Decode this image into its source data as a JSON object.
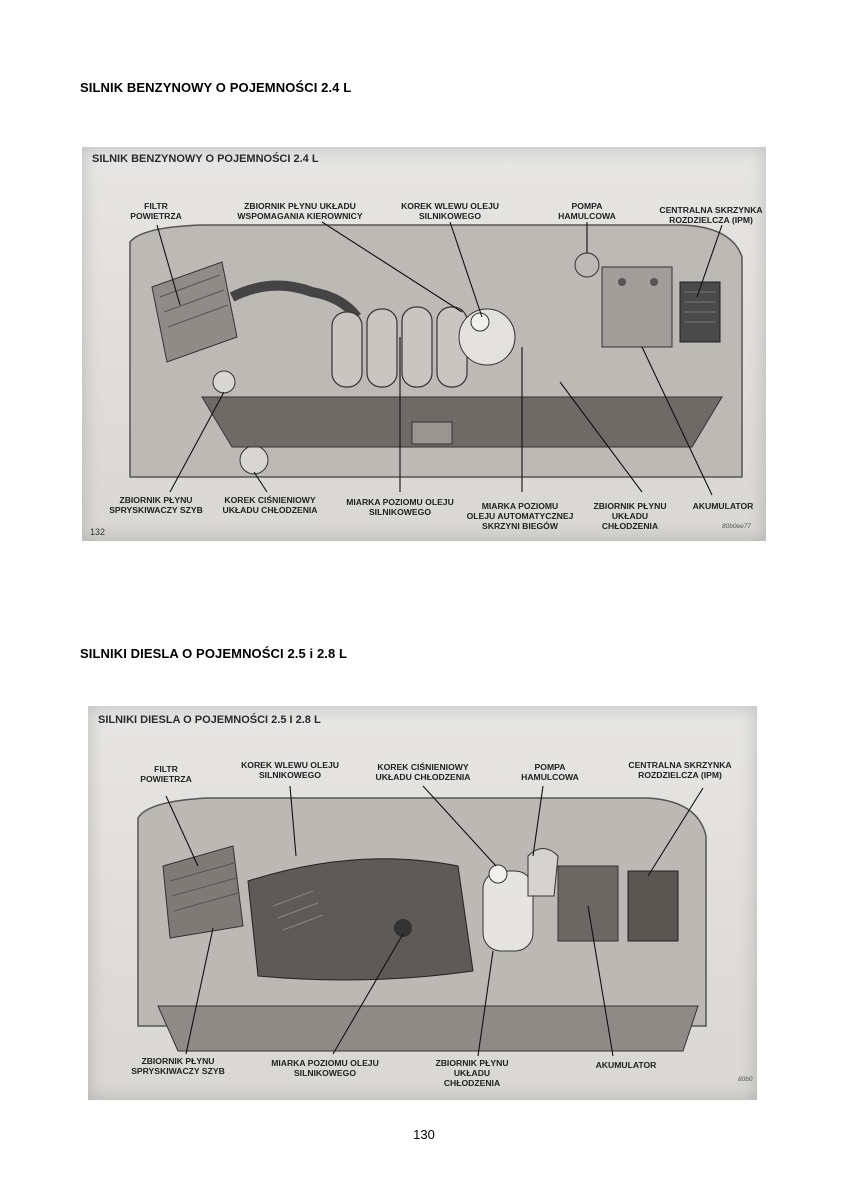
{
  "page": {
    "page_number": "130"
  },
  "sections": [
    {
      "heading": "SILNIK BENZYNOWY O POJEMNOŚCI 2.4 L",
      "figure": {
        "title": "SILNIK BENZYNOWY O POJEMNOŚCI 2.4 L",
        "figure_number": "132",
        "code": "80b0ee77",
        "labels_top": [
          "FILTR\nPOWIETRZA",
          "ZBIORNIK PŁYNU UKŁADU\nWSPOMAGANIA KIEROWNICY",
          "KOREK WLEWU OLEJU\nSILNIKOWEGO",
          "POMPA\nHAMULCOWA",
          "CENTRALNA SKRZYNKA\nROZDZIELCZA (IPM)"
        ],
        "labels_bottom": [
          "ZBIORNIK PŁYNU\nSPRYSKIWACZY SZYB",
          "KOREK CIŚNIENIOWY\nUKŁADU CHŁODZENIA",
          "MIARKA POZIOMU OLEJU\nSILNIKOWEGO",
          "MIARKA POZIOMU\nOLEJU AUTOMATYCZNEJ\nSKRZYNI BIEGÓW",
          "ZBIORNIK PŁYNU\nUKŁADU\nCHŁODZENIA",
          "AKUMULATOR"
        ]
      }
    },
    {
      "heading": "SILNIKI DIESLA O POJEMNOŚCI 2.5 i 2.8 L",
      "figure": {
        "title": "SILNIKI DIESLA O POJEMNOŚCI 2.5 I 2.8 L",
        "code": "80b0",
        "labels_top": [
          "FILTR\nPOWIETRZA",
          "KOREK WLEWU OLEJU\nSILNIKOWEGO",
          "KOREK CIŚNIENIOWY\nUKŁADU CHŁODZENIA",
          "POMPA\nHAMULCOWA",
          "CENTRALNA SKRZYNKA\nROZDZIELCZA (IPM)"
        ],
        "labels_bottom": [
          "ZBIORNIK PŁYNU\nSPRYSKIWACZY SZYB",
          "MIARKA POZIOMU OLEJU\nSILNIKOWEGO",
          "ZBIORNIK PŁYNU\nUKŁADU\nCHŁODZENIA",
          "AKUMULATOR"
        ]
      }
    }
  ]
}
